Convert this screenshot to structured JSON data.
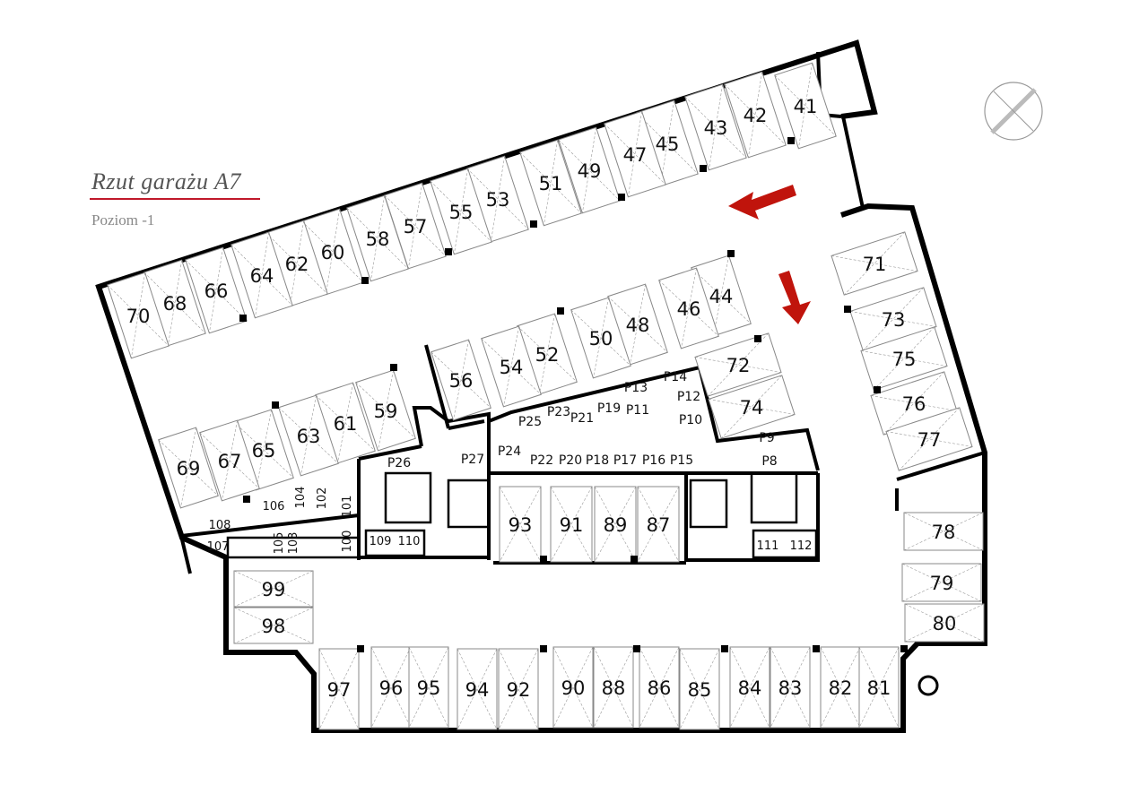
{
  "title": "Rzut garażu A7",
  "subtitle": "Poziom -1",
  "colors": {
    "wall": "#000000",
    "accent": "#c0182a",
    "arrow": "#c0140c",
    "space_fill": "#ffffff",
    "hatch": "#999999"
  },
  "icons": {
    "compass": "north-compass-icon",
    "arrow_left": "entry-arrow-icon",
    "arrow_down": "direction-arrow-icon",
    "column": "round-column-icon"
  },
  "spaces": [
    {
      "id": "41"
    },
    {
      "id": "42"
    },
    {
      "id": "43"
    },
    {
      "id": "45"
    },
    {
      "id": "47"
    },
    {
      "id": "49"
    },
    {
      "id": "51"
    },
    {
      "id": "53"
    },
    {
      "id": "55"
    },
    {
      "id": "57"
    },
    {
      "id": "58"
    },
    {
      "id": "60"
    },
    {
      "id": "62"
    },
    {
      "id": "64"
    },
    {
      "id": "66"
    },
    {
      "id": "68"
    },
    {
      "id": "70"
    },
    {
      "id": "44"
    },
    {
      "id": "46"
    },
    {
      "id": "48"
    },
    {
      "id": "50"
    },
    {
      "id": "52"
    },
    {
      "id": "54"
    },
    {
      "id": "56"
    },
    {
      "id": "59"
    },
    {
      "id": "61"
    },
    {
      "id": "63"
    },
    {
      "id": "65"
    },
    {
      "id": "67"
    },
    {
      "id": "69"
    },
    {
      "id": "71"
    },
    {
      "id": "73"
    },
    {
      "id": "75"
    },
    {
      "id": "76"
    },
    {
      "id": "77"
    },
    {
      "id": "72"
    },
    {
      "id": "74"
    },
    {
      "id": "93"
    },
    {
      "id": "91"
    },
    {
      "id": "89"
    },
    {
      "id": "87"
    },
    {
      "id": "78"
    },
    {
      "id": "79"
    },
    {
      "id": "80"
    },
    {
      "id": "99"
    },
    {
      "id": "98"
    },
    {
      "id": "97"
    },
    {
      "id": "96"
    },
    {
      "id": "95"
    },
    {
      "id": "94"
    },
    {
      "id": "92"
    },
    {
      "id": "90"
    },
    {
      "id": "88"
    },
    {
      "id": "86"
    },
    {
      "id": "85"
    },
    {
      "id": "84"
    },
    {
      "id": "83"
    },
    {
      "id": "82"
    },
    {
      "id": "81"
    }
  ],
  "storage": [
    {
      "id": "P8"
    },
    {
      "id": "P9"
    },
    {
      "id": "P10"
    },
    {
      "id": "P11"
    },
    {
      "id": "P12"
    },
    {
      "id": "P13"
    },
    {
      "id": "P14"
    },
    {
      "id": "P15"
    },
    {
      "id": "P16"
    },
    {
      "id": "P17"
    },
    {
      "id": "P18"
    },
    {
      "id": "P19"
    },
    {
      "id": "P20"
    },
    {
      "id": "P21"
    },
    {
      "id": "P22"
    },
    {
      "id": "P23"
    },
    {
      "id": "P24"
    },
    {
      "id": "P25"
    },
    {
      "id": "P26"
    },
    {
      "id": "P27"
    },
    {
      "id": "100"
    },
    {
      "id": "101"
    },
    {
      "id": "102"
    },
    {
      "id": "103"
    },
    {
      "id": "104"
    },
    {
      "id": "105"
    },
    {
      "id": "106"
    },
    {
      "id": "107"
    },
    {
      "id": "108"
    },
    {
      "id": "109"
    },
    {
      "id": "110"
    },
    {
      "id": "111"
    },
    {
      "id": "112"
    }
  ]
}
